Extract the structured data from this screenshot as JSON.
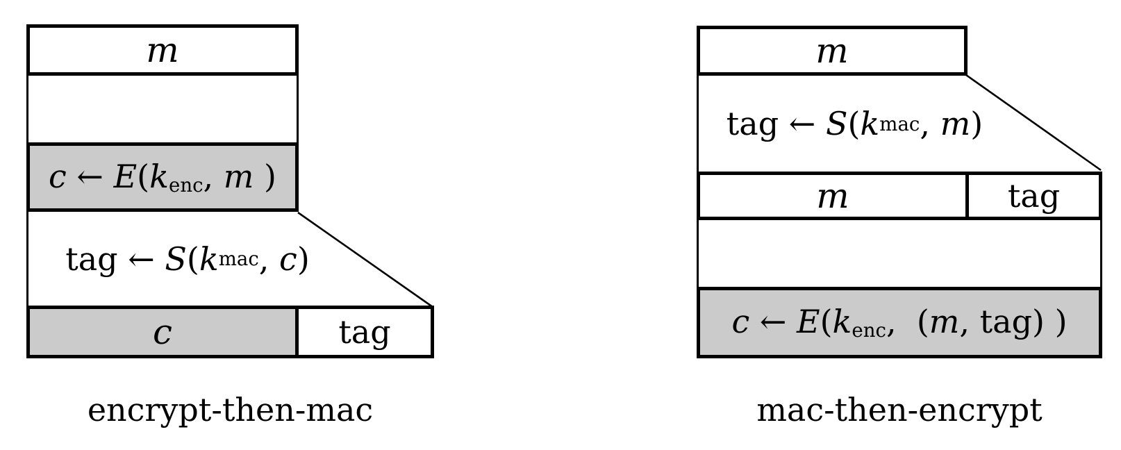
{
  "colors": {
    "ink": "#000000",
    "paper": "#ffffff",
    "highlight": "#cbcbcb"
  },
  "left": {
    "label": "encrypt-then-mac",
    "message_label": "m",
    "output_cipher_label": "c",
    "output_tag_label": "tag",
    "encrypt_formula": [
      {
        "text": "c",
        "style": "var"
      },
      {
        "text": " ← ",
        "style": "rm"
      },
      {
        "text": "E",
        "style": "var"
      },
      {
        "text": "(",
        "style": "rm"
      },
      {
        "text": "k",
        "style": "var"
      },
      {
        "text": "enc",
        "style": "sub"
      },
      {
        "text": ", ",
        "style": "rm"
      },
      {
        "text": "m",
        "style": "var"
      },
      {
        "text": " )",
        "style": "rm"
      }
    ],
    "mac_formula": [
      {
        "text": "tag ← ",
        "style": "rm"
      },
      {
        "text": "S",
        "style": "var"
      },
      {
        "text": "(",
        "style": "rm"
      },
      {
        "text": "k",
        "style": "var"
      },
      {
        "text": "mac",
        "style": "sub"
      },
      {
        "text": ", ",
        "style": "rm"
      },
      {
        "text": "c",
        "style": "var"
      },
      {
        "text": ")",
        "style": "rm"
      }
    ]
  },
  "right": {
    "label": "mac-then-encrypt",
    "message_label": "m",
    "mid_message_label": "m",
    "mid_tag_label": "tag",
    "mac_formula": [
      {
        "text": "tag ← ",
        "style": "rm"
      },
      {
        "text": "S",
        "style": "var"
      },
      {
        "text": "(",
        "style": "rm"
      },
      {
        "text": "k",
        "style": "var"
      },
      {
        "text": "mac",
        "style": "sub"
      },
      {
        "text": ", ",
        "style": "rm"
      },
      {
        "text": "m",
        "style": "var"
      },
      {
        "text": ")",
        "style": "rm"
      }
    ],
    "encrypt_formula": [
      {
        "text": "c",
        "style": "var"
      },
      {
        "text": " ← ",
        "style": "rm"
      },
      {
        "text": "E",
        "style": "var"
      },
      {
        "text": "(",
        "style": "rm"
      },
      {
        "text": "k",
        "style": "var"
      },
      {
        "text": "enc",
        "style": "sub"
      },
      {
        "text": ",  (",
        "style": "rm"
      },
      {
        "text": "m",
        "style": "var"
      },
      {
        "text": ", tag) )",
        "style": "rm"
      }
    ]
  }
}
